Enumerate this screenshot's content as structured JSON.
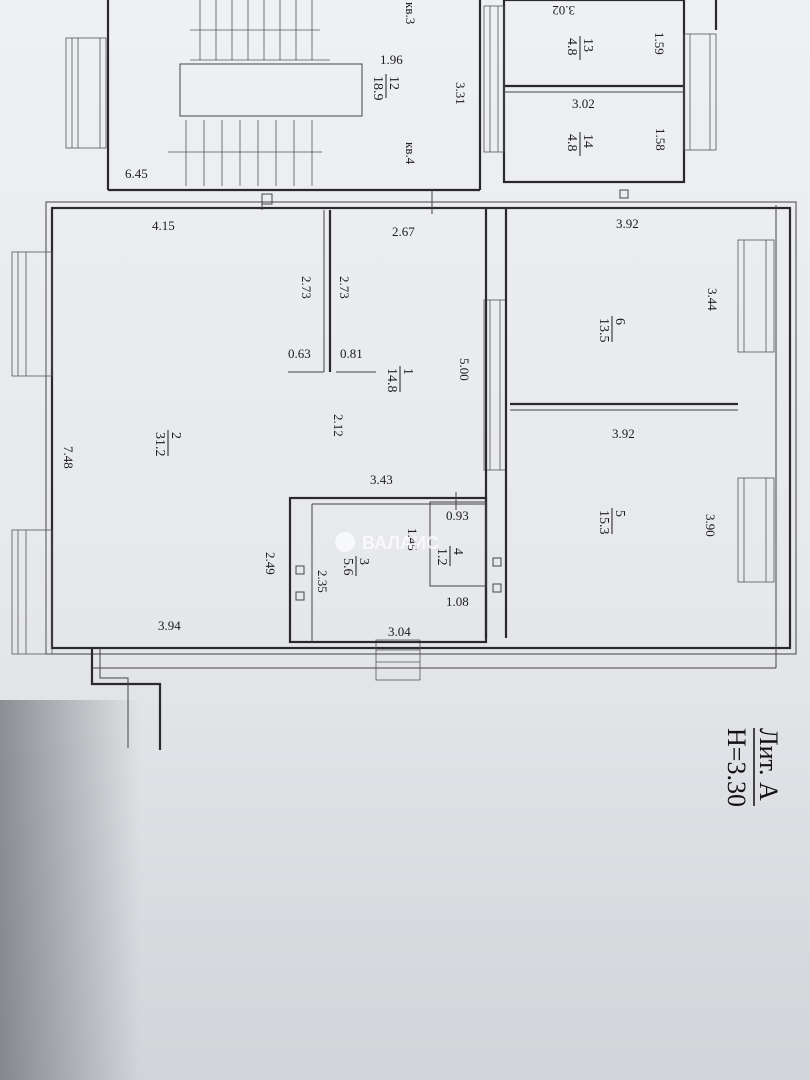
{
  "title": {
    "line1": "Лит. А",
    "line2": "H=3.30"
  },
  "watermark": "ВАЛАИС",
  "apartments": {
    "kv3": "кв.3",
    "kv4": "кв.4"
  },
  "rooms": [
    {
      "id": "1",
      "number": "1",
      "area": "14.8"
    },
    {
      "id": "2",
      "number": "2",
      "area": "31.2"
    },
    {
      "id": "3",
      "number": "3",
      "area": "5.6"
    },
    {
      "id": "4",
      "number": "4",
      "area": "1.2"
    },
    {
      "id": "5",
      "number": "5",
      "area": "15.3"
    },
    {
      "id": "6",
      "number": "6",
      "area": "13.5"
    },
    {
      "id": "12",
      "number": "12",
      "area": "18.9"
    },
    {
      "id": "13",
      "number": "13",
      "area": "4.8"
    },
    {
      "id": "14",
      "number": "14",
      "area": "4.8"
    }
  ],
  "dimensions": {
    "d302_top": "3.02",
    "d159": "1.59",
    "d196": "1.96",
    "d331": "3.31",
    "d302": "3.02",
    "d158": "1.58",
    "d645": "6.45",
    "d415": "4.15",
    "d267": "2.67",
    "d392_a": "3.92",
    "d344": "3.44",
    "d273_a": "2.73",
    "d273_b": "2.73",
    "d063": "0.63",
    "d081": "0.81",
    "d500": "5.00",
    "d212": "2.12",
    "d392_b": "3.92",
    "d748": "7.48",
    "d343": "3.43",
    "d093": "0.93",
    "d390": "3.90",
    "d145": "1.45",
    "d249": "2.49",
    "d235": "2.35",
    "d108": "1.08",
    "d394": "3.94",
    "d304": "3.04"
  },
  "colors": {
    "paper": "#eef0f4",
    "ink": "#1c1c1c"
  }
}
